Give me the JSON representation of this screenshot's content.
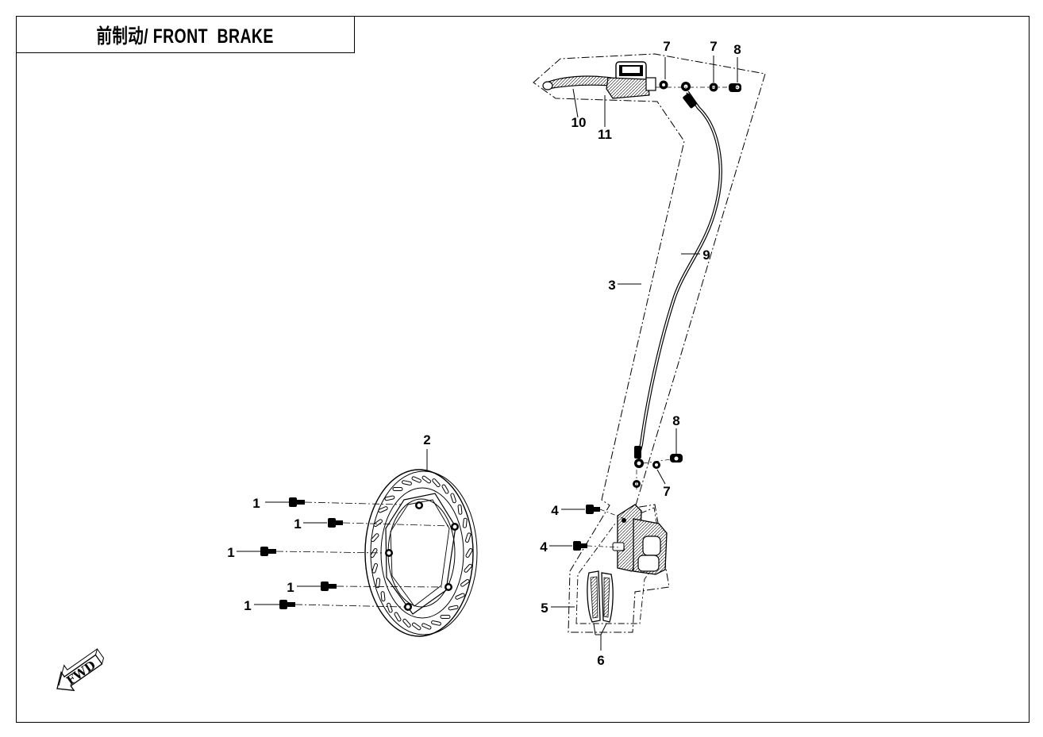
{
  "title": "前制动/ FRONT  BRAKE",
  "direction_badge": {
    "text": "FWD",
    "icon": "forward-arrow-icon"
  },
  "callouts": [
    {
      "id": "c1a",
      "text": "1"
    },
    {
      "id": "c1b",
      "text": "1"
    },
    {
      "id": "c1c",
      "text": "1"
    },
    {
      "id": "c1d",
      "text": "1"
    },
    {
      "id": "c1e",
      "text": "1"
    },
    {
      "id": "c2",
      "text": "2"
    },
    {
      "id": "c3",
      "text": "3"
    },
    {
      "id": "c4a",
      "text": "4"
    },
    {
      "id": "c4b",
      "text": "4"
    },
    {
      "id": "c5",
      "text": "5"
    },
    {
      "id": "c6",
      "text": "6"
    },
    {
      "id": "c7a",
      "text": "7"
    },
    {
      "id": "c7b",
      "text": "7"
    },
    {
      "id": "c7c",
      "text": "7"
    },
    {
      "id": "c8a",
      "text": "8"
    },
    {
      "id": "c8b",
      "text": "8"
    },
    {
      "id": "c9",
      "text": "9"
    },
    {
      "id": "c10",
      "text": "10"
    },
    {
      "id": "c11",
      "text": "11"
    }
  ]
}
